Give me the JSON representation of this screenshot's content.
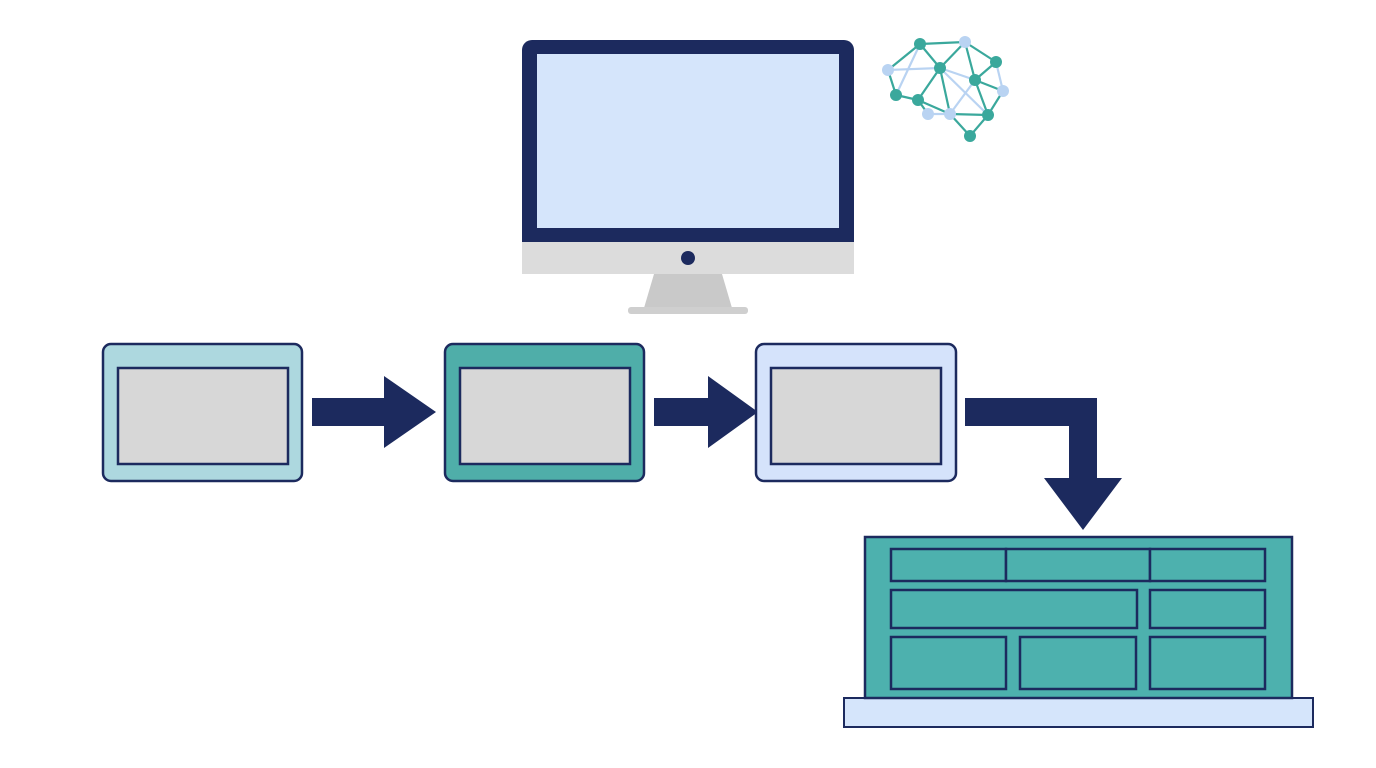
{
  "colors": {
    "navy": "#1c2a5e",
    "screen_fill": "#d5e5fb",
    "monitor_chin": "#dcdcdc",
    "stand": "#c9c9c9",
    "panel_inner": "#d7d7d7",
    "stage1_fill": "#add8df",
    "stage2_fill": "#4faea9",
    "stage3_fill": "#d5e3fb",
    "grid_fill": "#4db1ae",
    "base_fill": "#d5e5fb",
    "network_teal": "#3aa89c",
    "network_light": "#b9d3f2"
  },
  "icons": {
    "monitor": "desktop-monitor-icon",
    "network": "neural-network-brain-icon",
    "arrow": "right-arrow-icon",
    "elbow_arrow": "elbow-down-arrow-icon",
    "grid": "data-grid-icon"
  },
  "stages": [
    {
      "id": "stage-1",
      "fill_key": "stage1_fill"
    },
    {
      "id": "stage-2",
      "fill_key": "stage2_fill"
    },
    {
      "id": "stage-3",
      "fill_key": "stage3_fill"
    }
  ]
}
